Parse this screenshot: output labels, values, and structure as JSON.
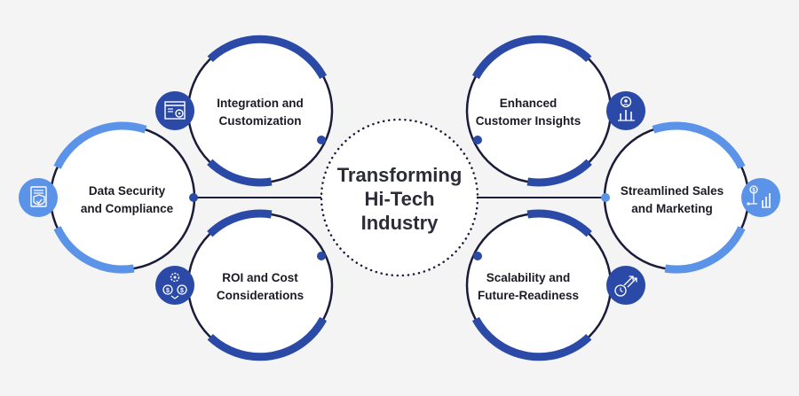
{
  "center": {
    "title_lines": [
      "Transforming",
      "Hi-Tech",
      "Industry"
    ]
  },
  "nodes": [
    {
      "id": "integration",
      "lines": [
        "Integration and",
        "Customization"
      ],
      "icon": "settings-window-icon"
    },
    {
      "id": "data-security",
      "lines": [
        "Data Security",
        "and Compliance"
      ],
      "icon": "shield-document-icon"
    },
    {
      "id": "roi",
      "lines": [
        "ROI and Cost",
        "Considerations"
      ],
      "icon": "cost-gear-icon"
    },
    {
      "id": "insights",
      "lines": [
        "Enhanced",
        "Customer Insights"
      ],
      "icon": "customer-chart-icon"
    },
    {
      "id": "sales",
      "lines": [
        "Streamlined Sales",
        "and Marketing"
      ],
      "icon": "sales-flow-icon"
    },
    {
      "id": "scalability",
      "lines": [
        "Scalability and",
        "Future-Readiness"
      ],
      "icon": "growth-clock-icon"
    }
  ],
  "colors": {
    "dark_blue": "#2b49a6",
    "light_blue": "#5b93e8",
    "navy": "#1b1b3a",
    "background": "#f4f4f5",
    "text": "#1b1b25"
  }
}
